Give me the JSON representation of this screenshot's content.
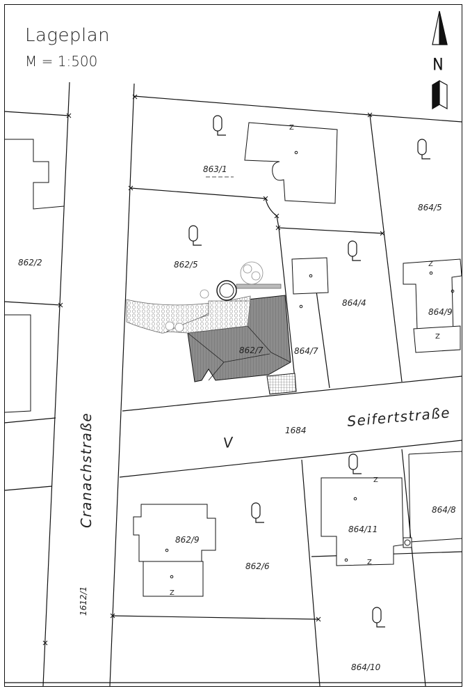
{
  "title": "Lageplan",
  "scale": "M = 1:500",
  "north_label": "N",
  "parcels": [
    {
      "id": "p863_1",
      "label": "863/1"
    },
    {
      "id": "p862_2",
      "label": "862/2"
    },
    {
      "id": "p862_5",
      "label": "862/5"
    },
    {
      "id": "p862_7",
      "label": "862/7"
    },
    {
      "id": "p864_7",
      "label": "864/7"
    },
    {
      "id": "p864_4",
      "label": "864/4"
    },
    {
      "id": "p864_5",
      "label": "864/5"
    },
    {
      "id": "p864_9",
      "label": "864/9"
    },
    {
      "id": "p864_8",
      "label": "864/8"
    },
    {
      "id": "p864_11",
      "label": "864/11"
    },
    {
      "id": "p862_9",
      "label": "862/9"
    },
    {
      "id": "p862_6",
      "label": "862/6"
    },
    {
      "id": "p864_10",
      "label": "864/10"
    },
    {
      "id": "p1684",
      "label": "1684"
    },
    {
      "id": "p1612_1",
      "label": "1612/1"
    }
  ],
  "streets": {
    "seifert": "Seifertstraße",
    "cranach": "Cranachstraße",
    "v_mark": "V"
  },
  "building_marker": "Z",
  "colors": {
    "line": "#111111",
    "building_new": "#8a8a8a",
    "hatch": "#5e5e5e",
    "light_mark": "#9a9a9a"
  }
}
